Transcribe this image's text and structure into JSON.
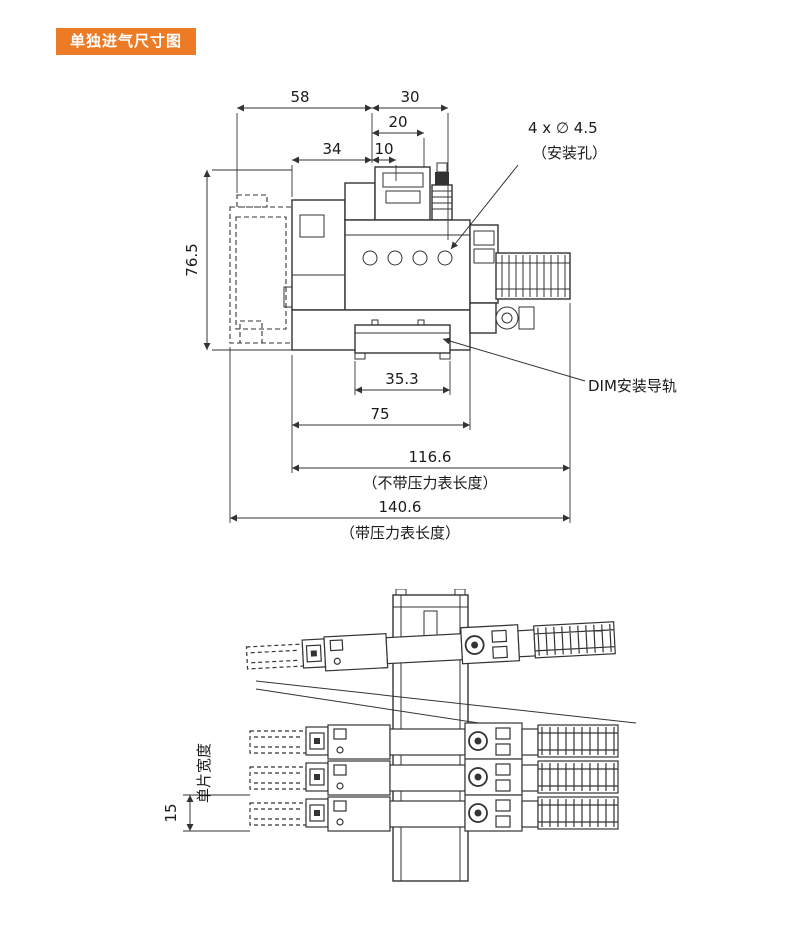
{
  "page": {
    "title": "单独进气尺寸图"
  },
  "colors": {
    "accent": "#ED7A24",
    "line": "#333333"
  },
  "side_view": {
    "dims": {
      "w58": "58",
      "w30": "30",
      "w20": "20",
      "w34": "34",
      "w10": "10",
      "h76_5": "76.5",
      "w35_3": "35.3",
      "w75": "75",
      "w116_6": "116.6",
      "w140_6": "140.6"
    },
    "labels": {
      "holes1": "4 x ∅ 4.5",
      "holes2": "（安装孔）",
      "din": "DIM安装导轨",
      "no_gauge": "（不带压力表长度）",
      "with_gauge": "（带压力表长度）"
    }
  },
  "stack_view": {
    "dims": {
      "w15": "15"
    },
    "labels": {
      "slice_width": "单片宽度"
    }
  }
}
